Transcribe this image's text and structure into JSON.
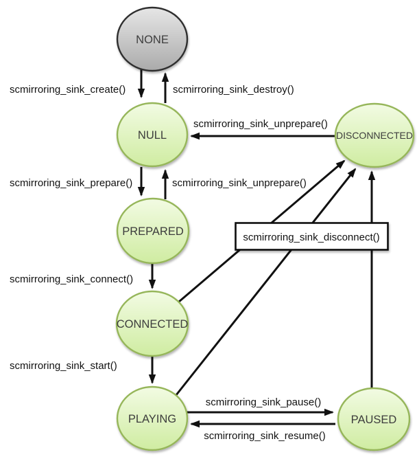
{
  "diagram_type": "state-machine",
  "states": [
    {
      "id": "none",
      "label": "NONE"
    },
    {
      "id": "null",
      "label": "NULL"
    },
    {
      "id": "prepared",
      "label": "PREPARED"
    },
    {
      "id": "connected",
      "label": "CONNECTED"
    },
    {
      "id": "playing",
      "label": "PLAYING"
    },
    {
      "id": "paused",
      "label": "PAUSED"
    },
    {
      "id": "disconnected",
      "label": "DISCONNECTED"
    }
  ],
  "transitions": [
    {
      "from": "none",
      "to": "null",
      "label": "scmirroring_sink_create()"
    },
    {
      "from": "null",
      "to": "none",
      "label": "scmirroring_sink_destroy()"
    },
    {
      "from": "disconnected",
      "to": "null",
      "label": "scmirroring_sink_unprepare()"
    },
    {
      "from": "null",
      "to": "prepared",
      "label": "scmirroring_sink_prepare()"
    },
    {
      "from": "prepared",
      "to": "null",
      "label": "scmirroring_sink_unprepare()"
    },
    {
      "from": "prepared",
      "to": "connected",
      "label": "scmirroring_sink_connect()"
    },
    {
      "from": "connected",
      "to": "playing",
      "label": "scmirroring_sink_start()"
    },
    {
      "from": "connected",
      "to": "disconnected",
      "label": "scmirroring_sink_disconnect()"
    },
    {
      "from": "playing",
      "to": "disconnected",
      "label": "scmirroring_sink_disconnect()"
    },
    {
      "from": "paused",
      "to": "disconnected",
      "label": "scmirroring_sink_disconnect()"
    },
    {
      "from": "playing",
      "to": "paused",
      "label": "scmirroring_sink_pause()"
    },
    {
      "from": "paused",
      "to": "playing",
      "label": "scmirroring_sink_resume()"
    }
  ],
  "colors": {
    "state_fill_top": "#f2fbe3",
    "state_fill_bottom": "#cfeca1",
    "state_border": "#96b65a",
    "none_fill_top": "#e6e6e6",
    "none_fill_bottom": "#aaaaaa",
    "none_border": "#2f2f2f",
    "arrow": "#111111",
    "label_text": "#111111",
    "state_text": "#3d3d3d",
    "box_fill": "#ffffff",
    "box_border": "#111111",
    "background": "#ffffff"
  }
}
